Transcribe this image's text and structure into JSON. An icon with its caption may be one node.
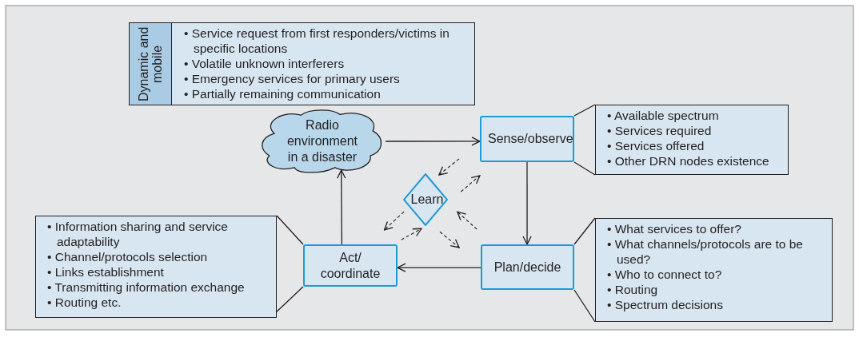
{
  "diagram": {
    "nodes": [
      {
        "text": [
          "Dynamic and mobile",
          "• Service request from first responders/victims in specific locations",
          "• Volatile unknown interferers",
          "• Emergency services for primary users",
          "• Partially remaining communication"
        ]
      },
      {
        "text": [
          "Radio environment in a disaster"
        ]
      },
      {
        "text": [
          "Sense/observe"
        ]
      },
      {
        "text": [
          "• Available spectrum",
          "• Services required",
          "• Services offered",
          "• Other DRN nodes existence"
        ]
      },
      {
        "text": [
          "Learn"
        ]
      },
      {
        "text": [
          "• Information sharing and service adaptability",
          "• Channel/protocols selection",
          "• Links establishment",
          "• Transmitting information exchange",
          "• Routing etc."
        ]
      },
      {
        "text": [
          "Act/ coordinate"
        ]
      },
      {
        "text": [
          "Plan/decide"
        ]
      },
      {
        "text": [
          "• What services to offer?",
          "• What channels/protocols are to be used?",
          "• Who to connect to?",
          "• Routing",
          "• Spectrum decisions"
        ]
      }
    ],
    "edges": [
      {
        "from": 1,
        "to": 2,
        "arrow": "to"
      },
      {
        "from": 2,
        "to": 7,
        "arrow": "to"
      },
      {
        "from": 7,
        "to": 6,
        "arrow": "to"
      },
      {
        "from": 6,
        "to": 1,
        "arrow": "to"
      },
      {
        "from": 2,
        "to": 4,
        "arrow": "to",
        "style": "dashed"
      },
      {
        "from": 4,
        "to": 2,
        "arrow": "to",
        "style": "dashed"
      },
      {
        "from": 4,
        "to": 6,
        "arrow": "to",
        "style": "dashed"
      },
      {
        "from": 6,
        "to": 4,
        "arrow": "to",
        "style": "dashed"
      },
      {
        "from": 4,
        "to": 7,
        "arrow": "to",
        "style": "dashed"
      },
      {
        "from": 7,
        "to": 4,
        "arrow": "to",
        "style": "dashed"
      },
      {
        "from": 3,
        "to": 2,
        "arrow": "none"
      },
      {
        "from": 8,
        "to": 7,
        "arrow": "none"
      },
      {
        "from": 5,
        "to": 6,
        "arrow": "none"
      },
      {
        "from": 3,
        "to": 2,
        "arrow": "none"
      },
      {
        "from": 8,
        "to": 7,
        "arrow": "none"
      },
      {
        "from": 5,
        "to": 6,
        "arrow": "none"
      }
    ]
  }
}
